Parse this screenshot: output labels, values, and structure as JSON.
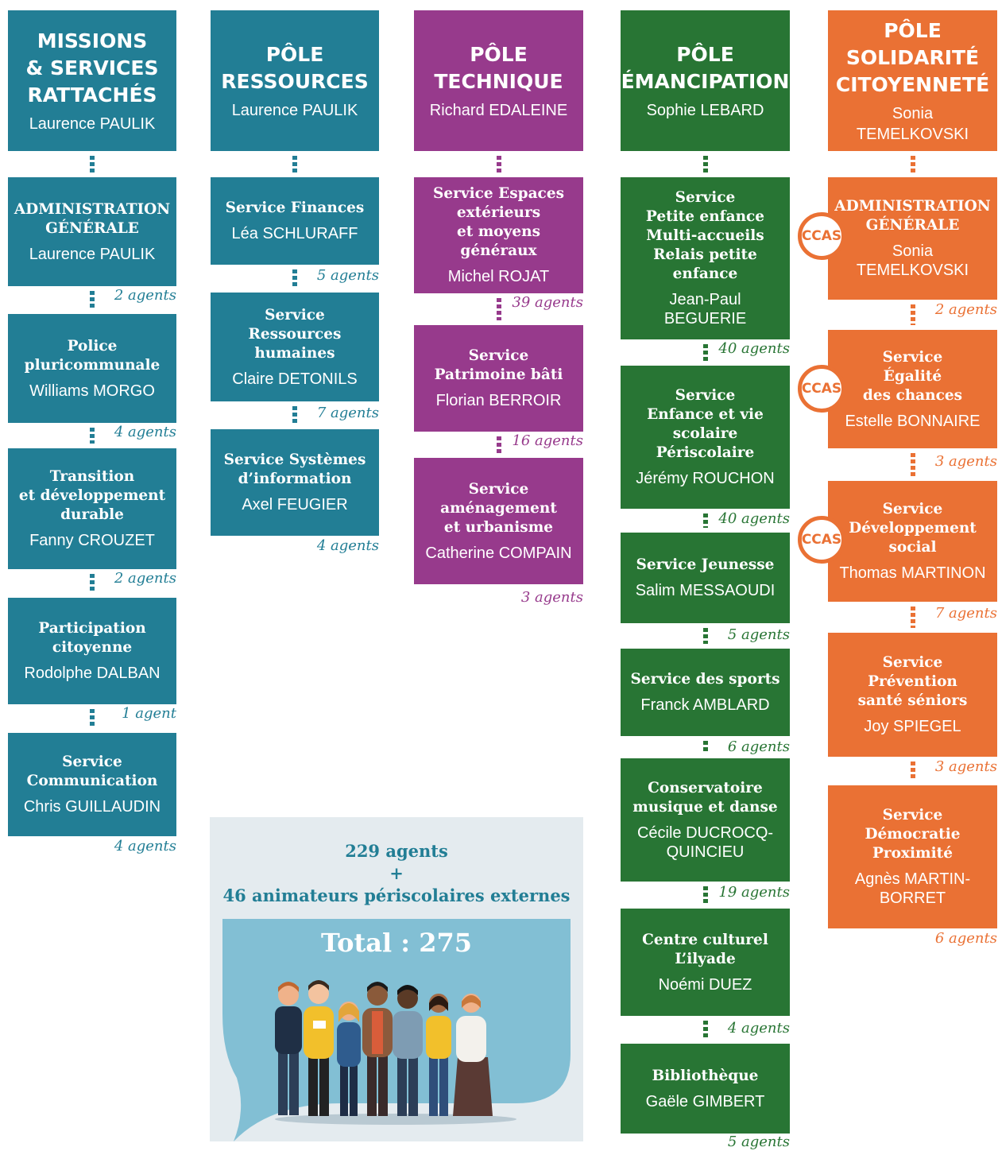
{
  "colors": {
    "teal": "#227e95",
    "purple": "#973a8c",
    "green": "#287534",
    "orange": "#ea7134",
    "panel": "#e4ebef",
    "bubble": "#82bfd4"
  },
  "columns": [
    {
      "head": {
        "title": "MISSIONS\n& SERVICES\nRATTACHÉS",
        "person": "Laurence PAULIK"
      },
      "services": [
        {
          "title": "ADMINISTRATION\nGÉNÉRALE",
          "person": "Laurence PAULIK",
          "agents": "2 agents"
        },
        {
          "title": "Police\npluricommunale",
          "person": "Williams MORGO",
          "agents": "4 agents"
        },
        {
          "title": "Transition\net développement\ndurable",
          "person": "Fanny CROUZET",
          "agents": "2 agents"
        },
        {
          "title": "Participation\ncitoyenne",
          "person": "Rodolphe DALBAN",
          "agents": "1 agent"
        },
        {
          "title": "Service\nCommunication",
          "person": "Chris GUILLAUDIN",
          "agents": "4 agents"
        }
      ]
    },
    {
      "head": {
        "title": "PÔLE\nRESSOURCES",
        "person": "Laurence PAULIK"
      },
      "services": [
        {
          "title": "Service Finances",
          "person": "Léa SCHLURAFF",
          "agents": "5 agents"
        },
        {
          "title": "Service Ressources\nhumaines",
          "person": "Claire DETONILS",
          "agents": "7 agents"
        },
        {
          "title": "Service Systèmes\nd’information",
          "person": "Axel FEUGIER",
          "agents": "4 agents"
        }
      ]
    },
    {
      "head": {
        "title": "PÔLE\nTECHNIQUE",
        "person": "Richard EDALEINE"
      },
      "services": [
        {
          "title": "Service Espaces\nextérieurs\net moyens généraux",
          "person": "Michel ROJAT",
          "agents": "39 agents"
        },
        {
          "title": "Service\nPatrimoine bâti",
          "person": "Florian BERROIR",
          "agents": "16 agents"
        },
        {
          "title": "Service\naménagement\net urbanisme",
          "person": "Catherine COMPAIN",
          "agents": "3 agents"
        }
      ]
    },
    {
      "head": {
        "title": "PÔLE\nÉMANCIPATION",
        "person": "Sophie LEBARD"
      },
      "services": [
        {
          "title": "Service\nPetite enfance\nMulti-accueils\nRelais petite\nenfance",
          "person": "Jean-Paul BEGUERIE",
          "agents": "40 agents"
        },
        {
          "title": "Service\nEnfance et vie\nscolaire\nPériscolaire",
          "person": "Jérémy ROUCHON",
          "agents": "40 agents"
        },
        {
          "title": "Service Jeunesse",
          "person": "Salim MESSAOUDI",
          "agents": "5 agents"
        },
        {
          "title": "Service des sports",
          "person": "Franck AMBLARD",
          "agents": "6 agents"
        },
        {
          "title": "Conservatoire\nmusique et danse",
          "person": "Cécile DUCROCQ-\nQUINCIEU",
          "agents": "19 agents"
        },
        {
          "title": "Centre culturel\nL’ilyade",
          "person": "Noémi DUEZ",
          "agents": "4 agents"
        },
        {
          "title": "Bibliothèque",
          "person": "Gaële GIMBERT",
          "agents": "5 agents"
        }
      ]
    },
    {
      "head": {
        "title": "PÔLE\nSOLIDARITÉ\nCITOYENNETÉ",
        "person": "Sonia TEMELKOVSKI"
      },
      "services": [
        {
          "title": "ADMINISTRATION\nGÉNÉRALE",
          "person": "Sonia TEMELKOVSKI",
          "agents": "2 agents",
          "badge": "CCAS"
        },
        {
          "title": "Service\nÉgalité\ndes chances",
          "person": "Estelle BONNAIRE",
          "agents": "3 agents",
          "badge": "CCAS"
        },
        {
          "title": "Service\nDéveloppement\nsocial",
          "person": "Thomas MARTINON",
          "agents": "7 agents",
          "badge": "CCAS"
        },
        {
          "title": "Service\nPrévention\nsanté séniors",
          "person": "Joy SPIEGEL",
          "agents": "3 agents"
        },
        {
          "title": "Service\nDémocratie\nProximité",
          "person": "Agnès MARTIN-\nBORRET",
          "agents": "6 agents"
        }
      ]
    }
  ],
  "summary": {
    "agents": "229 agents",
    "plus": "+",
    "animators": "46 animateurs périscolaires externes",
    "total": "Total : 275"
  }
}
